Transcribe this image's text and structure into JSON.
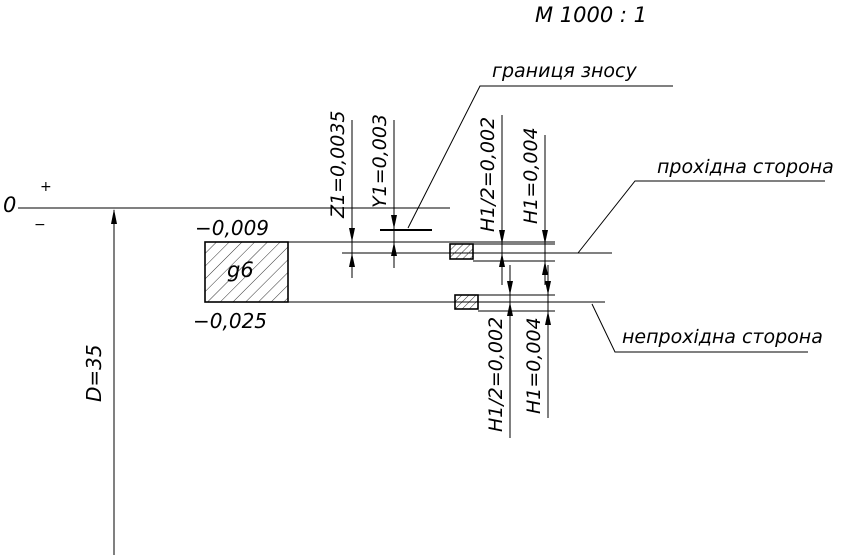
{
  "scale": "М 1000 : 1",
  "wear_limit_label": "границя зносу",
  "go_side_label": "прохідна сторона",
  "nogo_side_label": "непрохідна сторона",
  "zero_line": {
    "zero": "0",
    "plus": "+",
    "minus": "−"
  },
  "nominal_dimension": "D=35",
  "shaft_tolerance": {
    "field": "g6",
    "upper_deviation": "−0,009",
    "lower_deviation": "−0,025"
  },
  "gauge_dimensions": {
    "z1": "Z1=0,0035",
    "y1": "Y1=0,003",
    "go_half_tolerance": "H1/2=0,002",
    "go_tolerance": "H1=0,004",
    "nogo_half_tolerance": "H1/2=0,002",
    "nogo_tolerance": "H1=0,004"
  }
}
